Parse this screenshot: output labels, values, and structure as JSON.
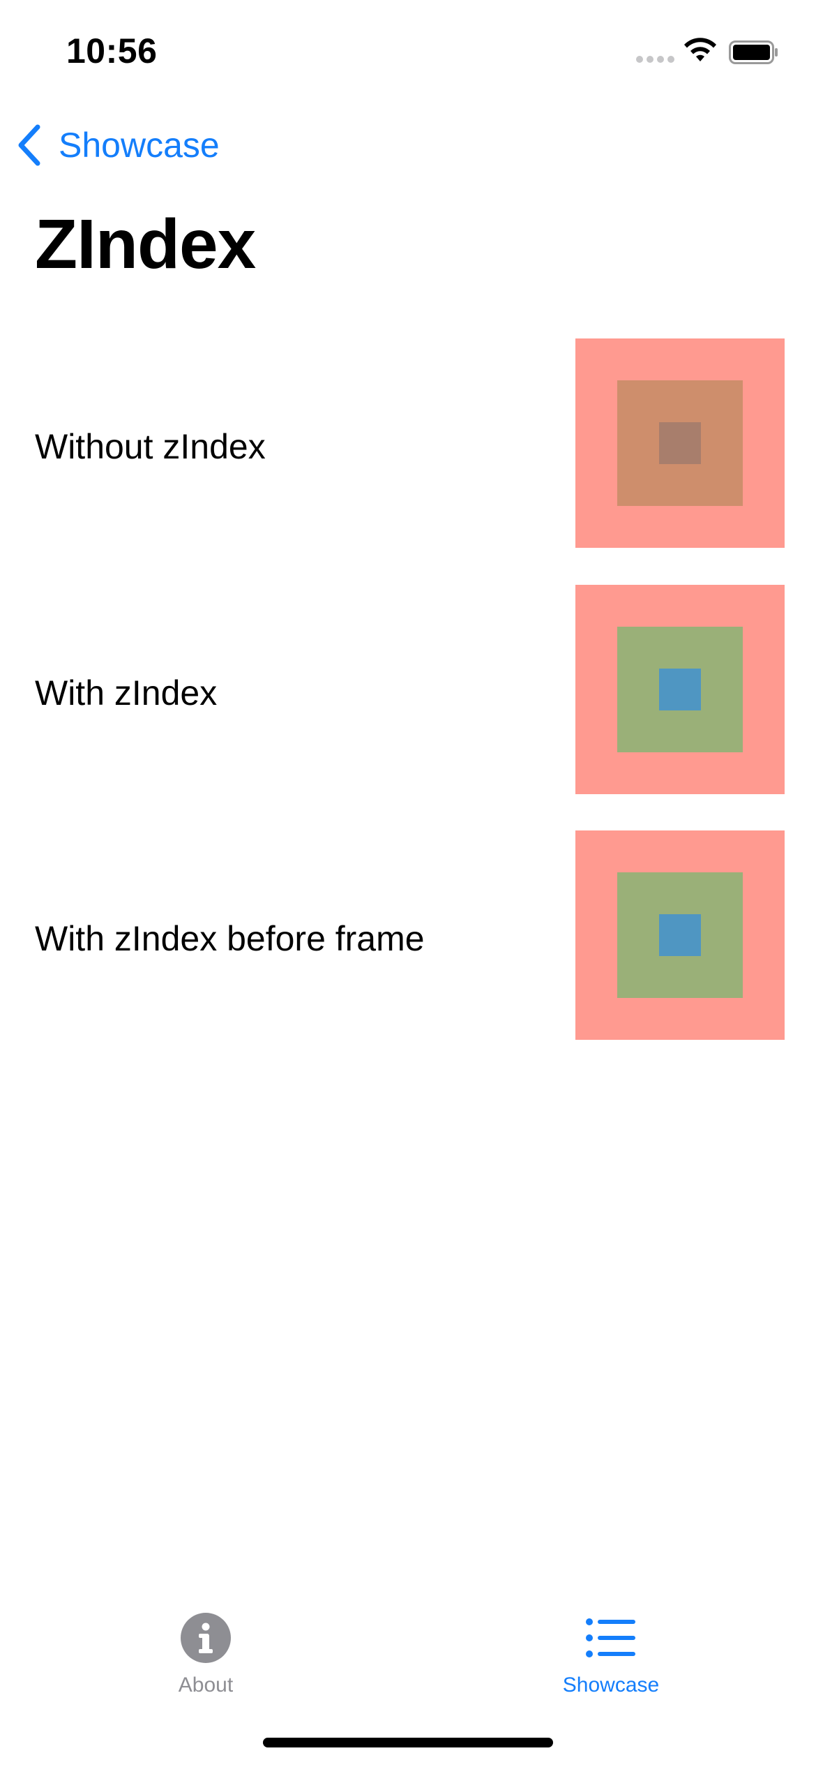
{
  "status_bar": {
    "time": "10:56",
    "signal_icon": "cellular-dots-icon",
    "wifi_icon": "wifi-icon",
    "battery_icon": "battery-full-icon"
  },
  "nav": {
    "back_label": "Showcase",
    "back_icon": "chevron-left-icon",
    "accent_color": "#147EFB"
  },
  "page": {
    "title": "ZIndex"
  },
  "rows": [
    {
      "label": "Without zIndex",
      "colors": {
        "outer": "#FF9A90",
        "middle": "#CE8E6C",
        "inner": "#A87E6C"
      }
    },
    {
      "label": "With zIndex",
      "colors": {
        "outer": "#FF9A90",
        "middle": "#9AB078",
        "inner": "#4F96C2"
      }
    },
    {
      "label": "With zIndex before frame",
      "colors": {
        "outer": "#FF9A90",
        "middle": "#9AB078",
        "inner": "#4F96C2"
      }
    }
  ],
  "tab_bar": {
    "tabs": [
      {
        "label": "About",
        "icon": "info-circle-icon",
        "selected": false,
        "color": "#8E8E93"
      },
      {
        "label": "Showcase",
        "icon": "list-bullet-icon",
        "selected": true,
        "color": "#147EFB"
      }
    ]
  }
}
